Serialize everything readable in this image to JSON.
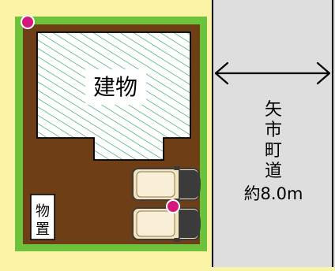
{
  "labels": {
    "building": "建物",
    "storage": [
      "物",
      "置"
    ],
    "road": [
      "矢",
      "市",
      "町",
      "道"
    ],
    "road_width": "約8.0m"
  },
  "colors": {
    "background": "#fbf3a6",
    "lot_border": "#6cc23a",
    "lot_fill": "#6e3f16",
    "building_fill": "#ffffff",
    "building_hatch": "#2ba25a",
    "road_fill": "#dedede",
    "marker": "#d6187a",
    "car_body": "#f5e6c0",
    "car_dark": "#3b3b3b"
  }
}
